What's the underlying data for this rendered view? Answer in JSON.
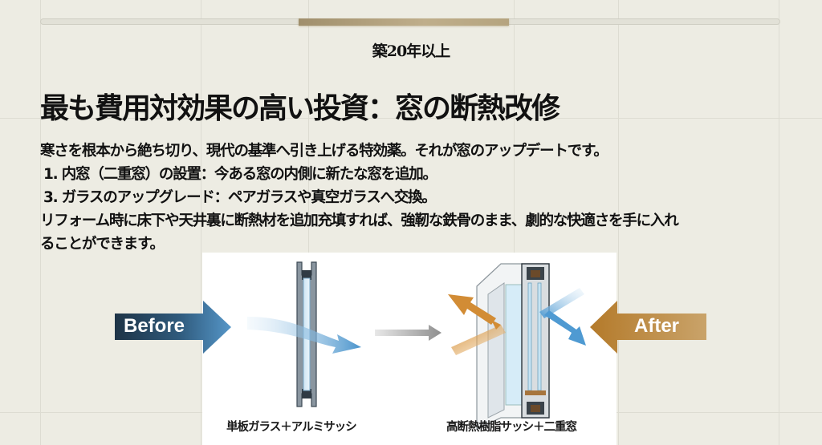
{
  "progress": {
    "segment_start_pct": 35,
    "segment_end_pct": 63
  },
  "slide": {
    "subtitle": "築20年以上",
    "title": "最も費用対効果の高い投資：窓の断熱改修",
    "body": {
      "intro": "寒さを根本から絶ち切り、現代の基準へ引き上げる特効薬。それが窓のアップデートです。",
      "items": [
        "1. 内窓（二重窓）の設置：今ある窓の内側に新たな窓を追加。",
        "3. ガラスのアップグレード：ペアガラスや真空ガラスへ交換。"
      ],
      "closing_line1": "リフォーム時に床下や天井裏に断熱材を追加充填すれば、強靭な鉄骨のまま、劇的な快適さを手に入れ",
      "closing_line2": "ることができます。"
    }
  },
  "diagram": {
    "before_label": "Before",
    "after_label": "After",
    "before_caption": "単板ガラス＋アルミサッシ",
    "after_caption": "高断熱樹脂サッシ＋二重窓",
    "colors": {
      "before_dark": "#1e3447",
      "before_light": "#4f8fc0",
      "after_dark": "#b47a2a",
      "after_light": "#c9a36a",
      "heat_blue": "#5aa3d6",
      "heat_orange": "#d9953f"
    }
  }
}
